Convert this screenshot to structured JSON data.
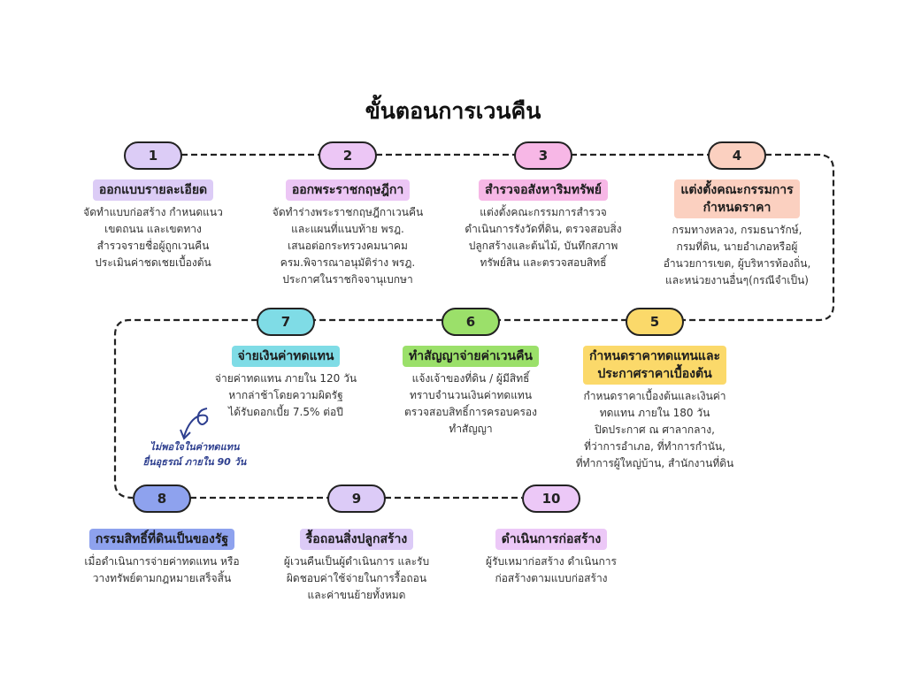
{
  "title": "ขั้นตอนการเวนคืน",
  "steps": [
    {
      "num": "1",
      "color": "#dcccf6",
      "title": [
        "ออกแบบรายละเอียด"
      ],
      "body": [
        "จัดทำแบบก่อสร้าง กำหนดแนว",
        "เขตถนน และเขตทาง",
        "สำรวจรายชื่อผู้ถูกเวนคืน",
        "ประเมินค่าชดเชยเบื้องต้น"
      ]
    },
    {
      "num": "2",
      "color": "#ecc6f5",
      "title": [
        "ออกพระราชกฤษฎีกา"
      ],
      "body": [
        "จัดทำร่างพระราชกฤษฎีกาเวนคืน",
        "และแผนที่แนบท้าย พรฎ.",
        "เสนอต่อกระทรวงคมนาคม",
        "ครม.พิจารณาอนุมัติร่าง พรฎ.",
        "ประกาศในราชกิจจานุเบกษา"
      ]
    },
    {
      "num": "3",
      "color": "#f7b7e6",
      "title": [
        "สำรวจอสังหาริมทรัพย์"
      ],
      "body": [
        "แต่งตั้งคณะกรรมการสำรวจ",
        "ดำเนินการรังวัดที่ดิน, ตรวจสอบสิ่ง",
        "ปลูกสร้างและต้นไม้, บันทึกสภาพ",
        "ทรัพย์สิน และตรวจสอบสิทธิ์"
      ]
    },
    {
      "num": "4",
      "color": "#fbd0c0",
      "title": [
        "แต่งตั้งคณะกรรมการ",
        "กำหนดราคา"
      ],
      "body": [
        "กรมทางหลวง, กรมธนารักษ์,",
        "กรมที่ดิน, นายอำเภอหรือผู้",
        "อำนวยการเขต, ผู้บริหารท้องถิ่น,",
        "และหน่วยงานอื่นๆ(กรณีจำเป็น)"
      ]
    },
    {
      "num": "5",
      "color": "#fbd96a",
      "title": [
        "กำหนดราคาทดแทนและ",
        "ประกาศราคาเบื้องต้น"
      ],
      "body": [
        "กำหนดราคาเบื้องต้นและเงินค่า",
        "ทดแทน ภายใน 180 วัน",
        "ปิดประกาศ ณ ศาลากลาง,",
        "ที่ว่าการอำเภอ, ที่ทำการกำนัน,",
        "ที่ทำการผู้ใหญ่บ้าน, สำนักงานที่ดิน"
      ]
    },
    {
      "num": "6",
      "color": "#9be06a",
      "title": [
        "ทำสัญญาจ่ายค่าเวนคืน"
      ],
      "body": [
        "แจ้งเจ้าของที่ดิน / ผู้มีสิทธิ์",
        "ทราบจำนวนเงินค่าทดแทน",
        "ตรวจสอบสิทธิ์การครอบครอง",
        "ทำสัญญา"
      ]
    },
    {
      "num": "7",
      "color": "#7fdce6",
      "title": [
        "จ่ายเงินค่าทดแทน"
      ],
      "body": [
        "จ่ายค่าทดแทน ภายใน 120 วัน",
        "หากล่าช้าโดยความผิดรัฐ",
        "ได้รับดอกเบี้ย 7.5% ต่อปี"
      ]
    },
    {
      "num": "8",
      "color": "#8ea2ee",
      "title": [
        "กรรมสิทธิ์ที่ดินเป็นของรัฐ"
      ],
      "body": [
        "เมื่อดำเนินการจ่ายค่าทดแทน หรือ",
        "วางทรัพย์ตามกฎหมายเสร็จสิ้น"
      ]
    },
    {
      "num": "9",
      "color": "#dccbf7",
      "title": [
        "รื้อถอนสิ่งปลูกสร้าง"
      ],
      "body": [
        "ผู้เวนคืนเป็นผู้ดำเนินการ และรับ",
        "ผิดชอบค่าใช้จ่ายในการรื้อถอน",
        "และค่าขนย้ายทั้งหมด"
      ]
    },
    {
      "num": "10",
      "color": "#ecc8f7",
      "title": [
        "ดำเนินการก่อสร้าง"
      ],
      "body": [
        "ผู้รับเหมาก่อสร้าง ดำเนินการ",
        "ก่อสร้างตามแบบก่อสร้าง"
      ]
    }
  ],
  "appeal_note": [
    "ไม่พอใจในค่าทดแทน",
    "ยื่นอุธรณ์ ภายใน 90 วัน"
  ]
}
